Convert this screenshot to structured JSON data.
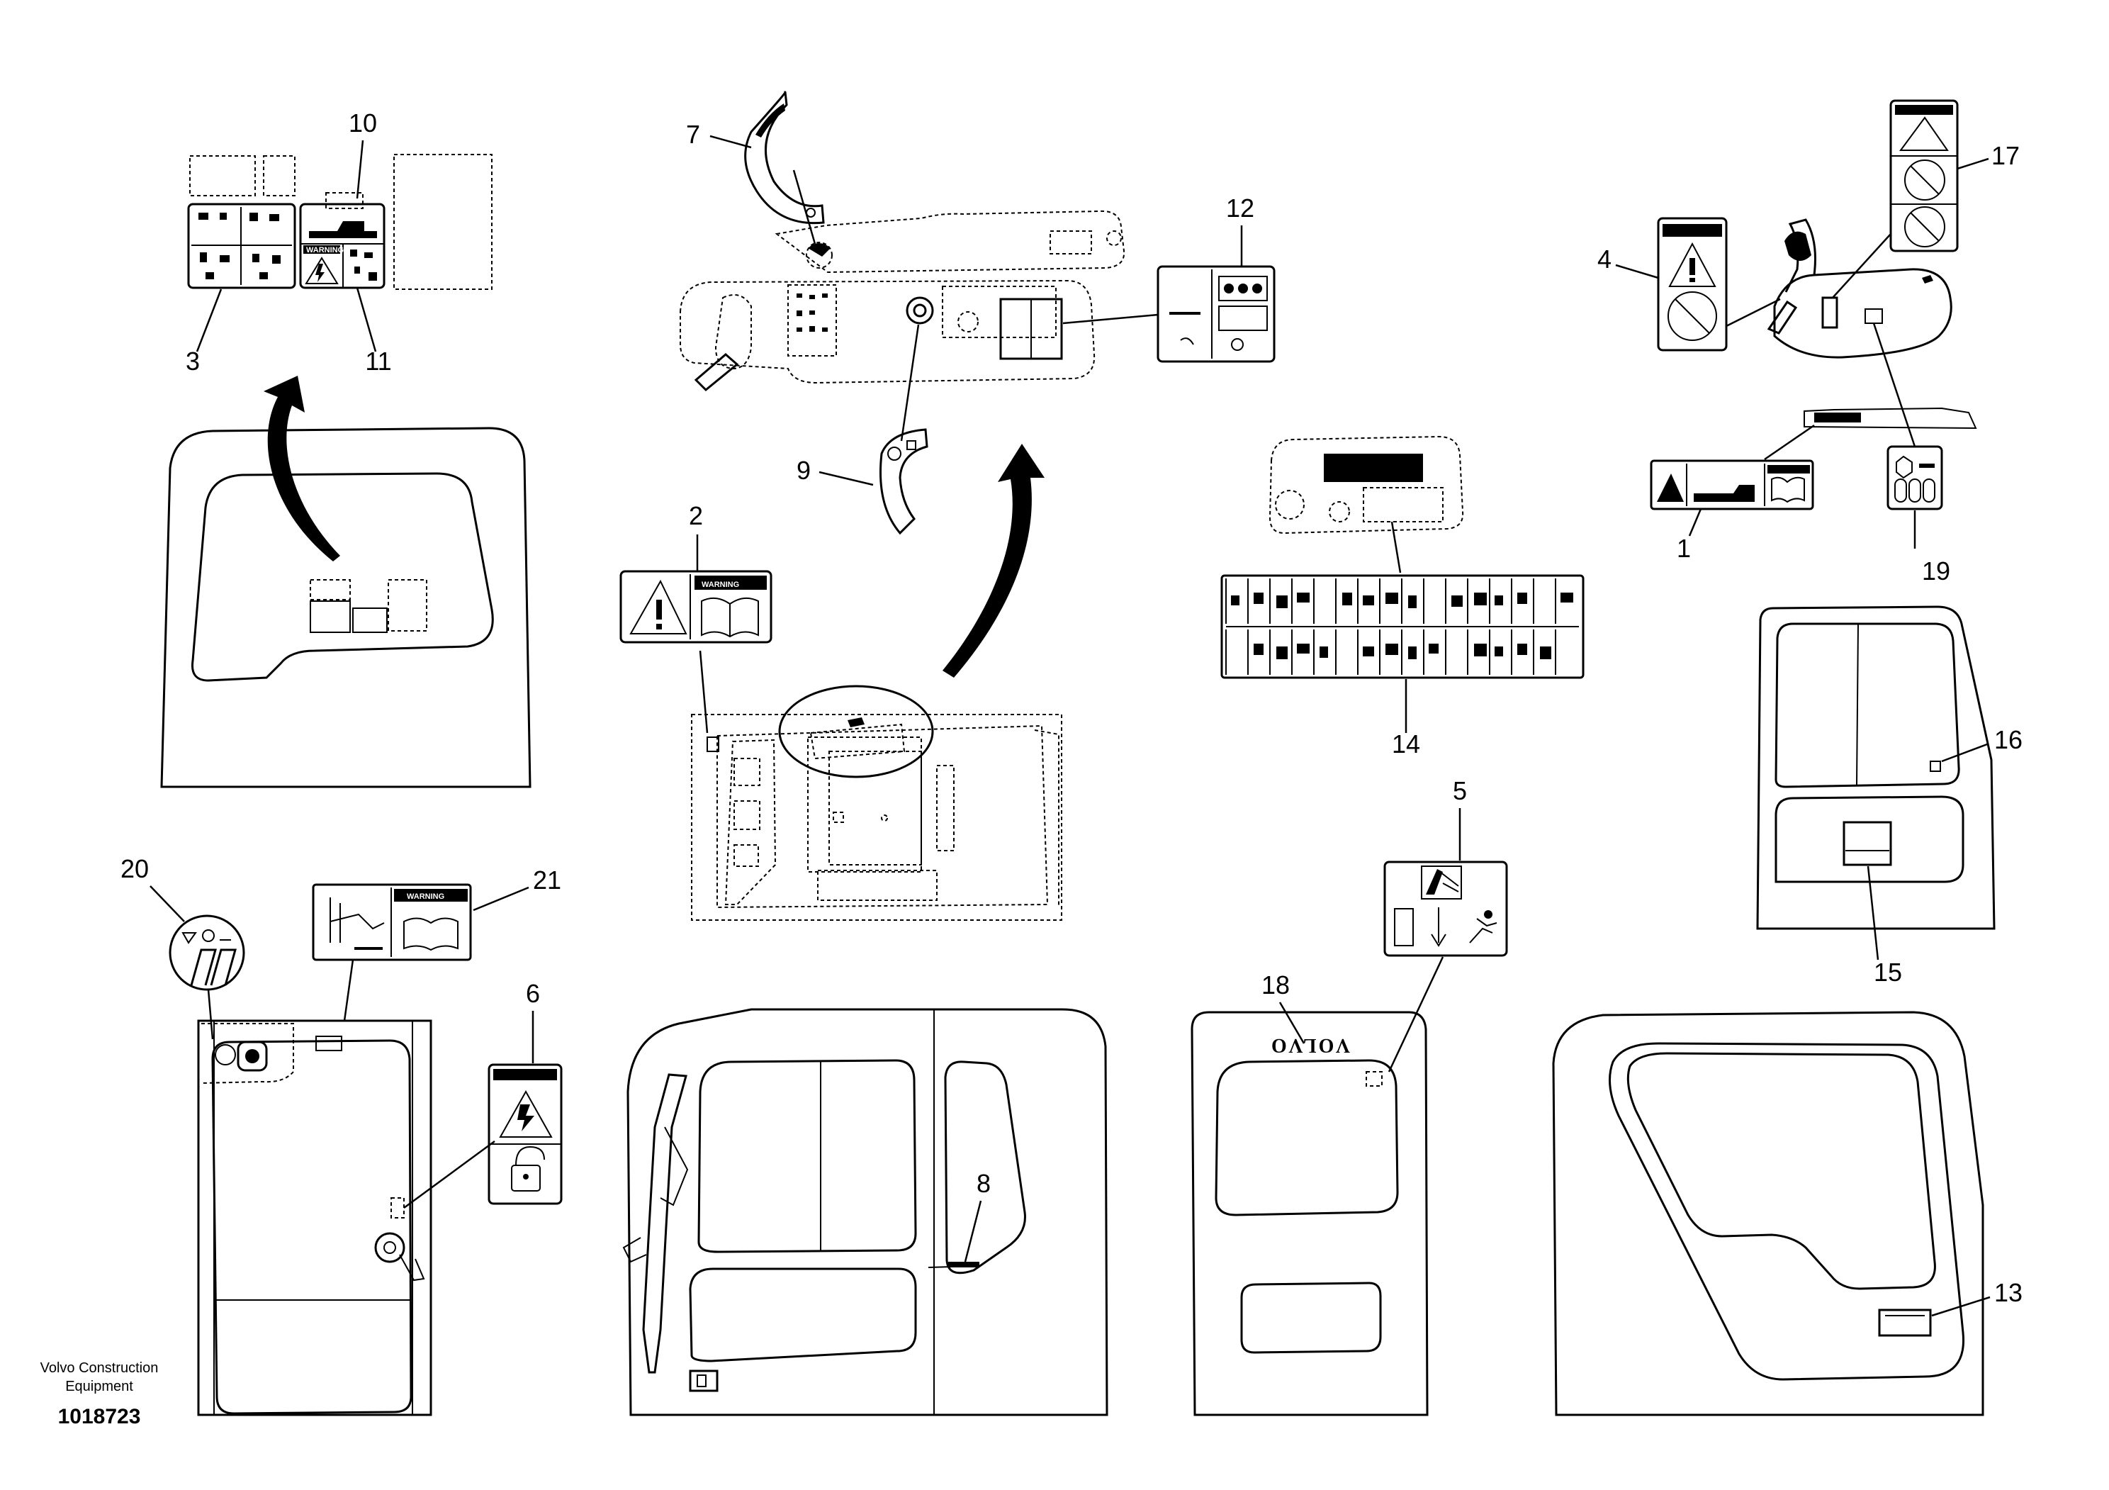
{
  "callouts": [
    {
      "label": "1"
    },
    {
      "label": "2"
    },
    {
      "label": "3"
    },
    {
      "label": "4"
    },
    {
      "label": "5"
    },
    {
      "label": "6"
    },
    {
      "label": "7"
    },
    {
      "label": "8"
    },
    {
      "label": "9"
    },
    {
      "label": "10"
    },
    {
      "label": "11"
    },
    {
      "label": "12"
    },
    {
      "label": "13"
    },
    {
      "label": "14"
    },
    {
      "label": "15"
    },
    {
      "label": "16"
    },
    {
      "label": "17"
    },
    {
      "label": "18"
    },
    {
      "label": "19"
    },
    {
      "label": "20"
    },
    {
      "label": "21"
    }
  ],
  "decal_text": {
    "warning": "WARNING",
    "volvo": "VOLVO"
  },
  "caption": {
    "company_line1": "Volvo Construction",
    "company_line2": "Equipment",
    "figure_number": "1018723"
  },
  "icons": [
    "warning-triangle-icon",
    "operator-manual-book-icon",
    "padlock-icon",
    "emergency-exit-icon"
  ]
}
